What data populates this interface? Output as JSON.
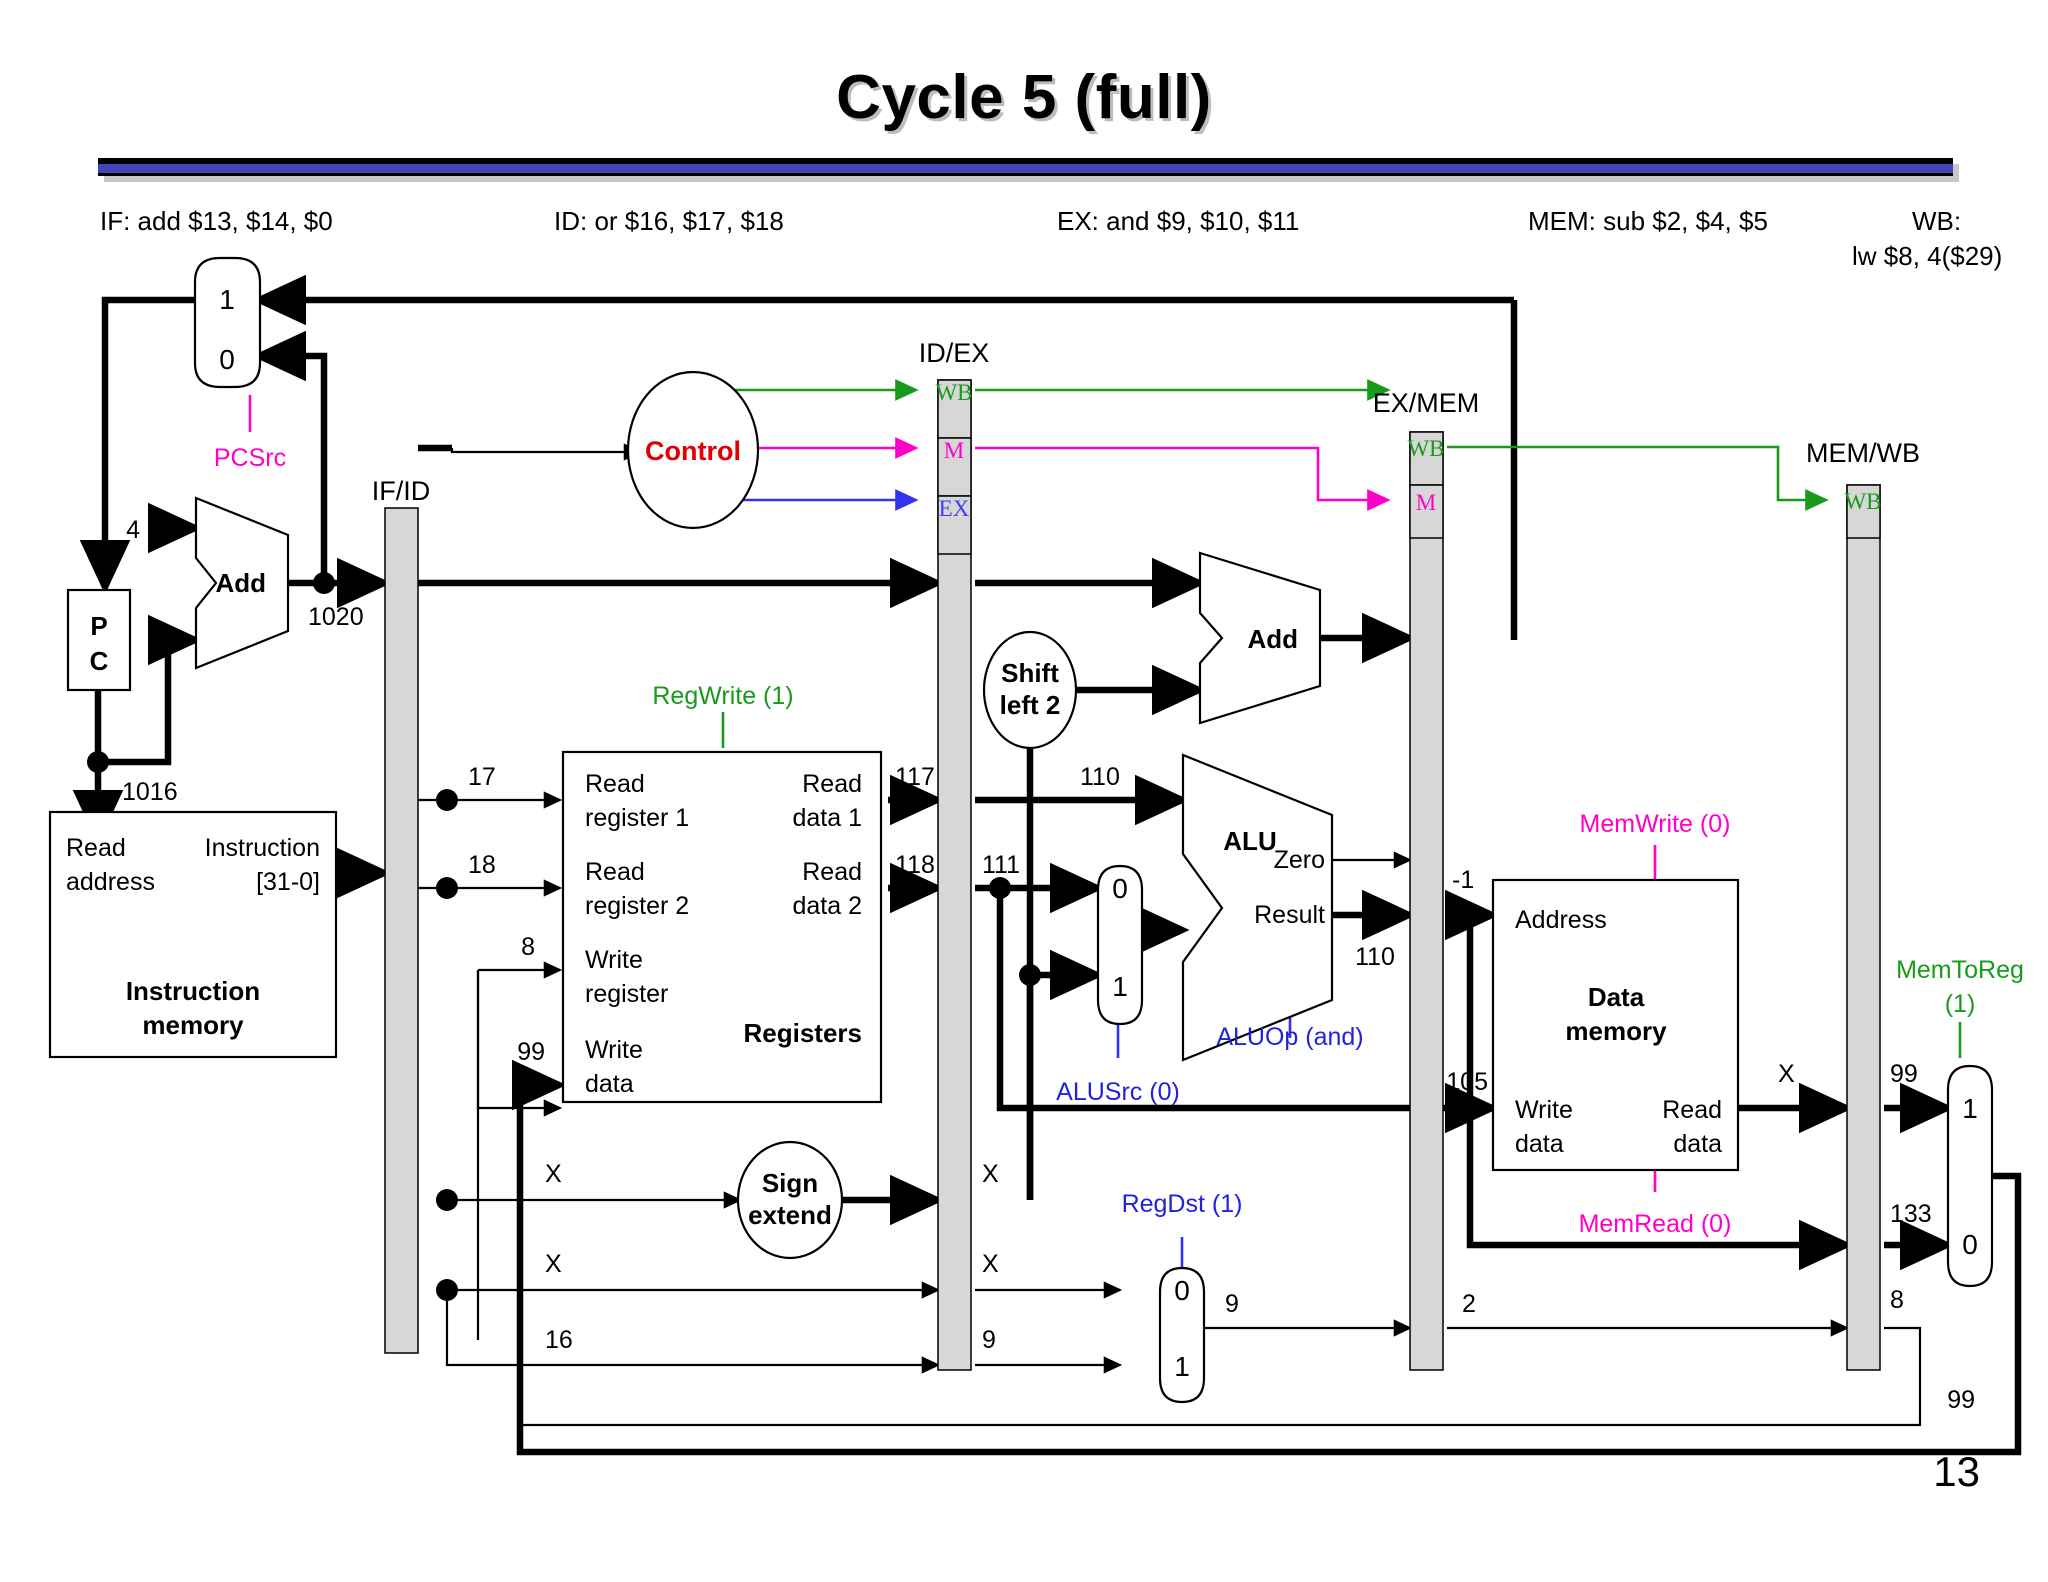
{
  "slide": {
    "title": "Cycle 5 (full)",
    "page_number": "13"
  },
  "stages": [
    {
      "name": "IF",
      "label": "IF: add $13, $14, $0"
    },
    {
      "name": "ID",
      "label": "ID: or $16, $17, $18"
    },
    {
      "name": "EX",
      "label": "EX: and $9, $10, $11"
    },
    {
      "name": "MEM",
      "label": "MEM: sub $2, $4, $5"
    },
    {
      "name": "WB",
      "label_line1": "WB:",
      "label_line2": "lw $8, 4($29)"
    }
  ],
  "pipeline_registers": [
    {
      "id": "ifid",
      "label": "IF/ID"
    },
    {
      "id": "idex",
      "label": "ID/EX",
      "fields": [
        "WB",
        "M",
        "EX"
      ]
    },
    {
      "id": "exmem",
      "label": "EX/MEM",
      "fields": [
        "WB",
        "M"
      ]
    },
    {
      "id": "memwb",
      "label": "MEM/WB",
      "fields": [
        "WB"
      ]
    }
  ],
  "blocks": {
    "control": "Control",
    "instruction_memory": {
      "port_read_address_line1": "Read",
      "port_read_address_line2": "address",
      "port_instruction_line1": "Instruction",
      "port_instruction_line2": "[31-0]",
      "name_line1": "Instruction",
      "name_line2": "memory"
    },
    "registers": {
      "name": "Registers",
      "read_register_1_line1": "Read",
      "read_register_1_line2": "register 1",
      "read_register_2_line1": "Read",
      "read_register_2_line2": "register 2",
      "write_register_line1": "Write",
      "write_register_line2": "register",
      "write_data_line1": "Write",
      "write_data_line2": "data",
      "read_data_1_line1": "Read",
      "read_data_1_line2": "data 1",
      "read_data_2_line1": "Read",
      "read_data_2_line2": "data 2"
    },
    "data_memory": {
      "name_line1": "Data",
      "name_line2": "memory",
      "address": "Address",
      "write_data_line1": "Write",
      "write_data_line2": "data",
      "read_data_line1": "Read",
      "read_data_line2": "data"
    },
    "pc": {
      "line1": "P",
      "line2": "C"
    },
    "adder_if": "Add",
    "adder_branch": "Add",
    "alu": "ALU",
    "alu_zero": "Zero",
    "alu_result": "Result",
    "shift_left_2_line1": "Shift",
    "shift_left_2_line2": "left 2",
    "sign_extend_line1": "Sign",
    "sign_extend_line2": "extend"
  },
  "muxes": [
    {
      "id": "pcsrc",
      "top_label": "1",
      "bottom_label": "0"
    },
    {
      "id": "alusrc",
      "top_label": "0",
      "bottom_label": "1"
    },
    {
      "id": "regdst",
      "top_label": "0",
      "bottom_label": "1"
    },
    {
      "id": "memtoreg",
      "top_label": "1",
      "bottom_label": "0"
    }
  ],
  "control_signals": [
    {
      "name": "PCSrc",
      "text": "PCSrc",
      "color": "#ff00c8"
    },
    {
      "name": "RegWrite",
      "text": "RegWrite (1)",
      "color": "#1a9a1a"
    },
    {
      "name": "ALUSrc",
      "text": "ALUSrc (0)",
      "color": "#2222dd"
    },
    {
      "name": "ALUOp",
      "text": "ALUOp (and)",
      "color": "#2222dd"
    },
    {
      "name": "RegDst",
      "text": "RegDst (1)",
      "color": "#2222dd"
    },
    {
      "name": "MemWrite",
      "text": "MemWrite (0)",
      "color": "#ff00c8"
    },
    {
      "name": "MemRead",
      "text": "MemRead (0)",
      "color": "#ff00c8"
    },
    {
      "name": "MemToReg",
      "text_line1": "MemToReg",
      "text_line2": "(1)",
      "color": "#1a9a1a"
    }
  ],
  "bus_values": {
    "const_four": "4",
    "pc_plus_4_out": "1020",
    "pc_out": "1016",
    "read_register_1": "17",
    "read_register_2": "18",
    "write_register": "8",
    "write_data": "99",
    "read_data_1": "117",
    "read_data_2": "118",
    "idex_rd1": "110",
    "idex_rd2": "111",
    "alu_result": "110",
    "exmem_alu_result": "-1",
    "exmem_write_data": "105",
    "mem_read_data": "X",
    "memwb_read_data": "99",
    "memwb_alu_result": "133",
    "memwb_write_reg": "8",
    "signext_in": "X",
    "signext_out_idex": "X",
    "rt_field": "X",
    "rt_field_idex": "X",
    "rd_field": "16",
    "rd_field_idex": "9",
    "regdst_out": "9",
    "exmem_dest": "2",
    "writeback_value": "99"
  },
  "colors": {
    "wb_green": "#1a9a1a",
    "m_magenta": "#ff00c8",
    "ex_blue": "#4040ee",
    "control_red": "#e00000",
    "pipe_fill": "#d7d7d7",
    "rule_blue": "#4444b8"
  }
}
